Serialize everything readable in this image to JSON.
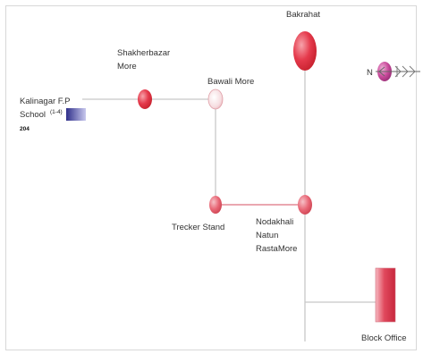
{
  "colors": {
    "route_line": "#c8c8c8",
    "node_red": "#e03a4a",
    "node_pink": "#ea6f7c",
    "node_light": "#f4c9cf",
    "node_magenta": "#c84a9a",
    "school_marker": "#3d3d9a",
    "block_office": "#e05466"
  },
  "nodes": {
    "bakrahat": "Bakrahat",
    "shakherbazar_line1": "Shakherbazar",
    "shakherbazar_line2": "More",
    "bawali": "Bawali More",
    "kalinagar_line1": "Kalinagar F.P",
    "kalinagar_line2": "School",
    "kalinagar_tag": "(1-4)",
    "kalinagar_code": "204",
    "tracker": "Trecker Stand",
    "nodakhali_line1": "Nodakhali",
    "nodakhali_line2": "Natun",
    "nodakhali_line3": "RastaMore",
    "block_office": "Block Office",
    "north_label": "N"
  },
  "icons": {
    "north": "north-arrow-icon",
    "school": "school-marker-icon",
    "office": "block-office-marker-icon"
  }
}
